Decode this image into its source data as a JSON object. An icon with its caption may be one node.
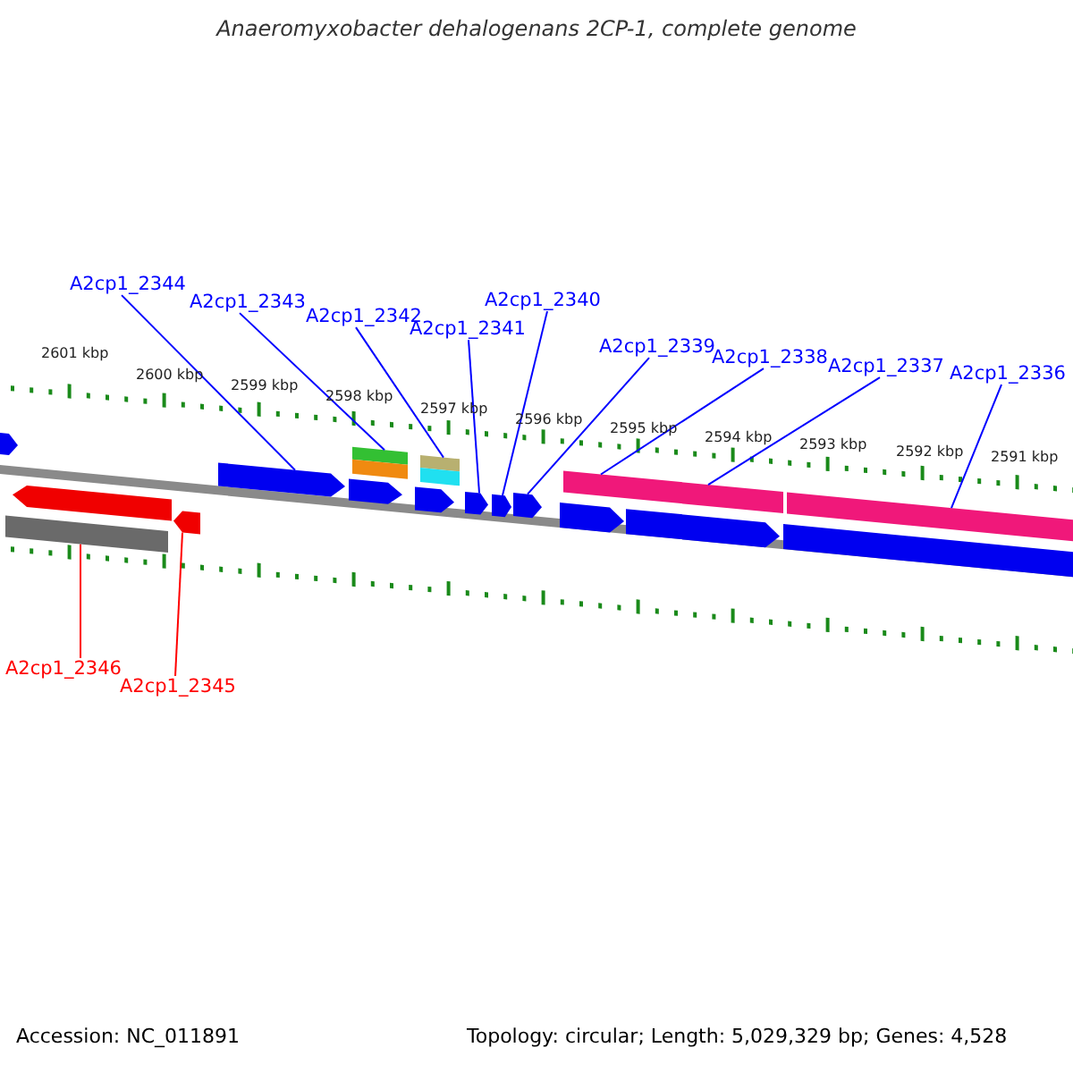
{
  "diagram": {
    "title": "Anaeromyxobacter dehalogenans 2CP-1, complete genome",
    "nodes": [
      {
        "text": [
          "A2cp1_2344"
        ]
      },
      {
        "text": [
          "A2cp1_2343"
        ]
      },
      {
        "text": [
          "A2cp1_2342"
        ]
      },
      {
        "text": [
          "A2cp1_2341"
        ]
      },
      {
        "text": [
          "A2cp1_2340"
        ]
      },
      {
        "text": [
          "A2cp1_2339"
        ]
      },
      {
        "text": [
          "A2cp1_2338"
        ]
      },
      {
        "text": [
          "A2cp1_2337"
        ]
      },
      {
        "text": [
          "A2cp1_2336"
        ]
      },
      {
        "text": [
          "A2cp1_2346"
        ]
      },
      {
        "text": [
          "A2cp1_2345"
        ]
      },
      {
        "text": [],
        "shape": "pentagon"
      },
      {
        "text": [],
        "shape": "bar"
      },
      {
        "text": [],
        "shape": "pentagon"
      },
      {
        "text": [],
        "shape": "pentagon"
      },
      {
        "text": [],
        "shape": "pentagon"
      },
      {
        "text": [],
        "shape": "pentagon"
      },
      {
        "text": [],
        "shape": "bar"
      },
      {
        "text": [],
        "shape": "bar"
      },
      {
        "text": [],
        "shape": "pentagon"
      },
      {
        "text": [],
        "shape": "bar"
      },
      {
        "text": [],
        "shape": "bar"
      },
      {
        "text": [],
        "shape": "pentagon"
      },
      {
        "text": [],
        "shape": "pentagon"
      },
      {
        "text": [],
        "shape": "pentagon"
      },
      {
        "text": [],
        "shape": "pentagon"
      },
      {
        "text": [],
        "shape": "bar"
      },
      {
        "text": [],
        "shape": "pentagon"
      },
      {
        "text": [],
        "shape": "bar"
      },
      {
        "text": [],
        "shape": "bar"
      }
    ],
    "edges": [
      {
        "from": 0,
        "to": 15,
        "arrow": "none"
      },
      {
        "from": 1,
        "to": 17,
        "arrow": "none"
      },
      {
        "from": 2,
        "to": 20,
        "arrow": "none"
      },
      {
        "from": 3,
        "to": 22,
        "arrow": "none"
      },
      {
        "from": 4,
        "to": 23,
        "arrow": "none"
      },
      {
        "from": 5,
        "to": 24,
        "arrow": "none"
      },
      {
        "from": 6,
        "to": 26,
        "arrow": "none"
      },
      {
        "from": 7,
        "to": 26,
        "arrow": "none"
      },
      {
        "from": 8,
        "to": 29,
        "arrow": "none"
      },
      {
        "from": 9,
        "to": 12,
        "arrow": "none",
        "color": "#ff0000"
      },
      {
        "from": 10,
        "to": 14,
        "arrow": "none",
        "color": "#ff0000"
      }
    ],
    "labels": [
      "2601 kbp",
      "2600 kbp",
      "2599 kbp",
      "2598 kbp",
      "2597 kbp",
      "2596 kbp",
      "2595 kbp",
      "2594 kbp",
      "2593 kbp",
      "2592 kbp",
      "2591 kbp",
      "Accession: NC_011891",
      "Topology: circular; Length: 5,029,329 bp; Genes: 4,528"
    ]
  }
}
